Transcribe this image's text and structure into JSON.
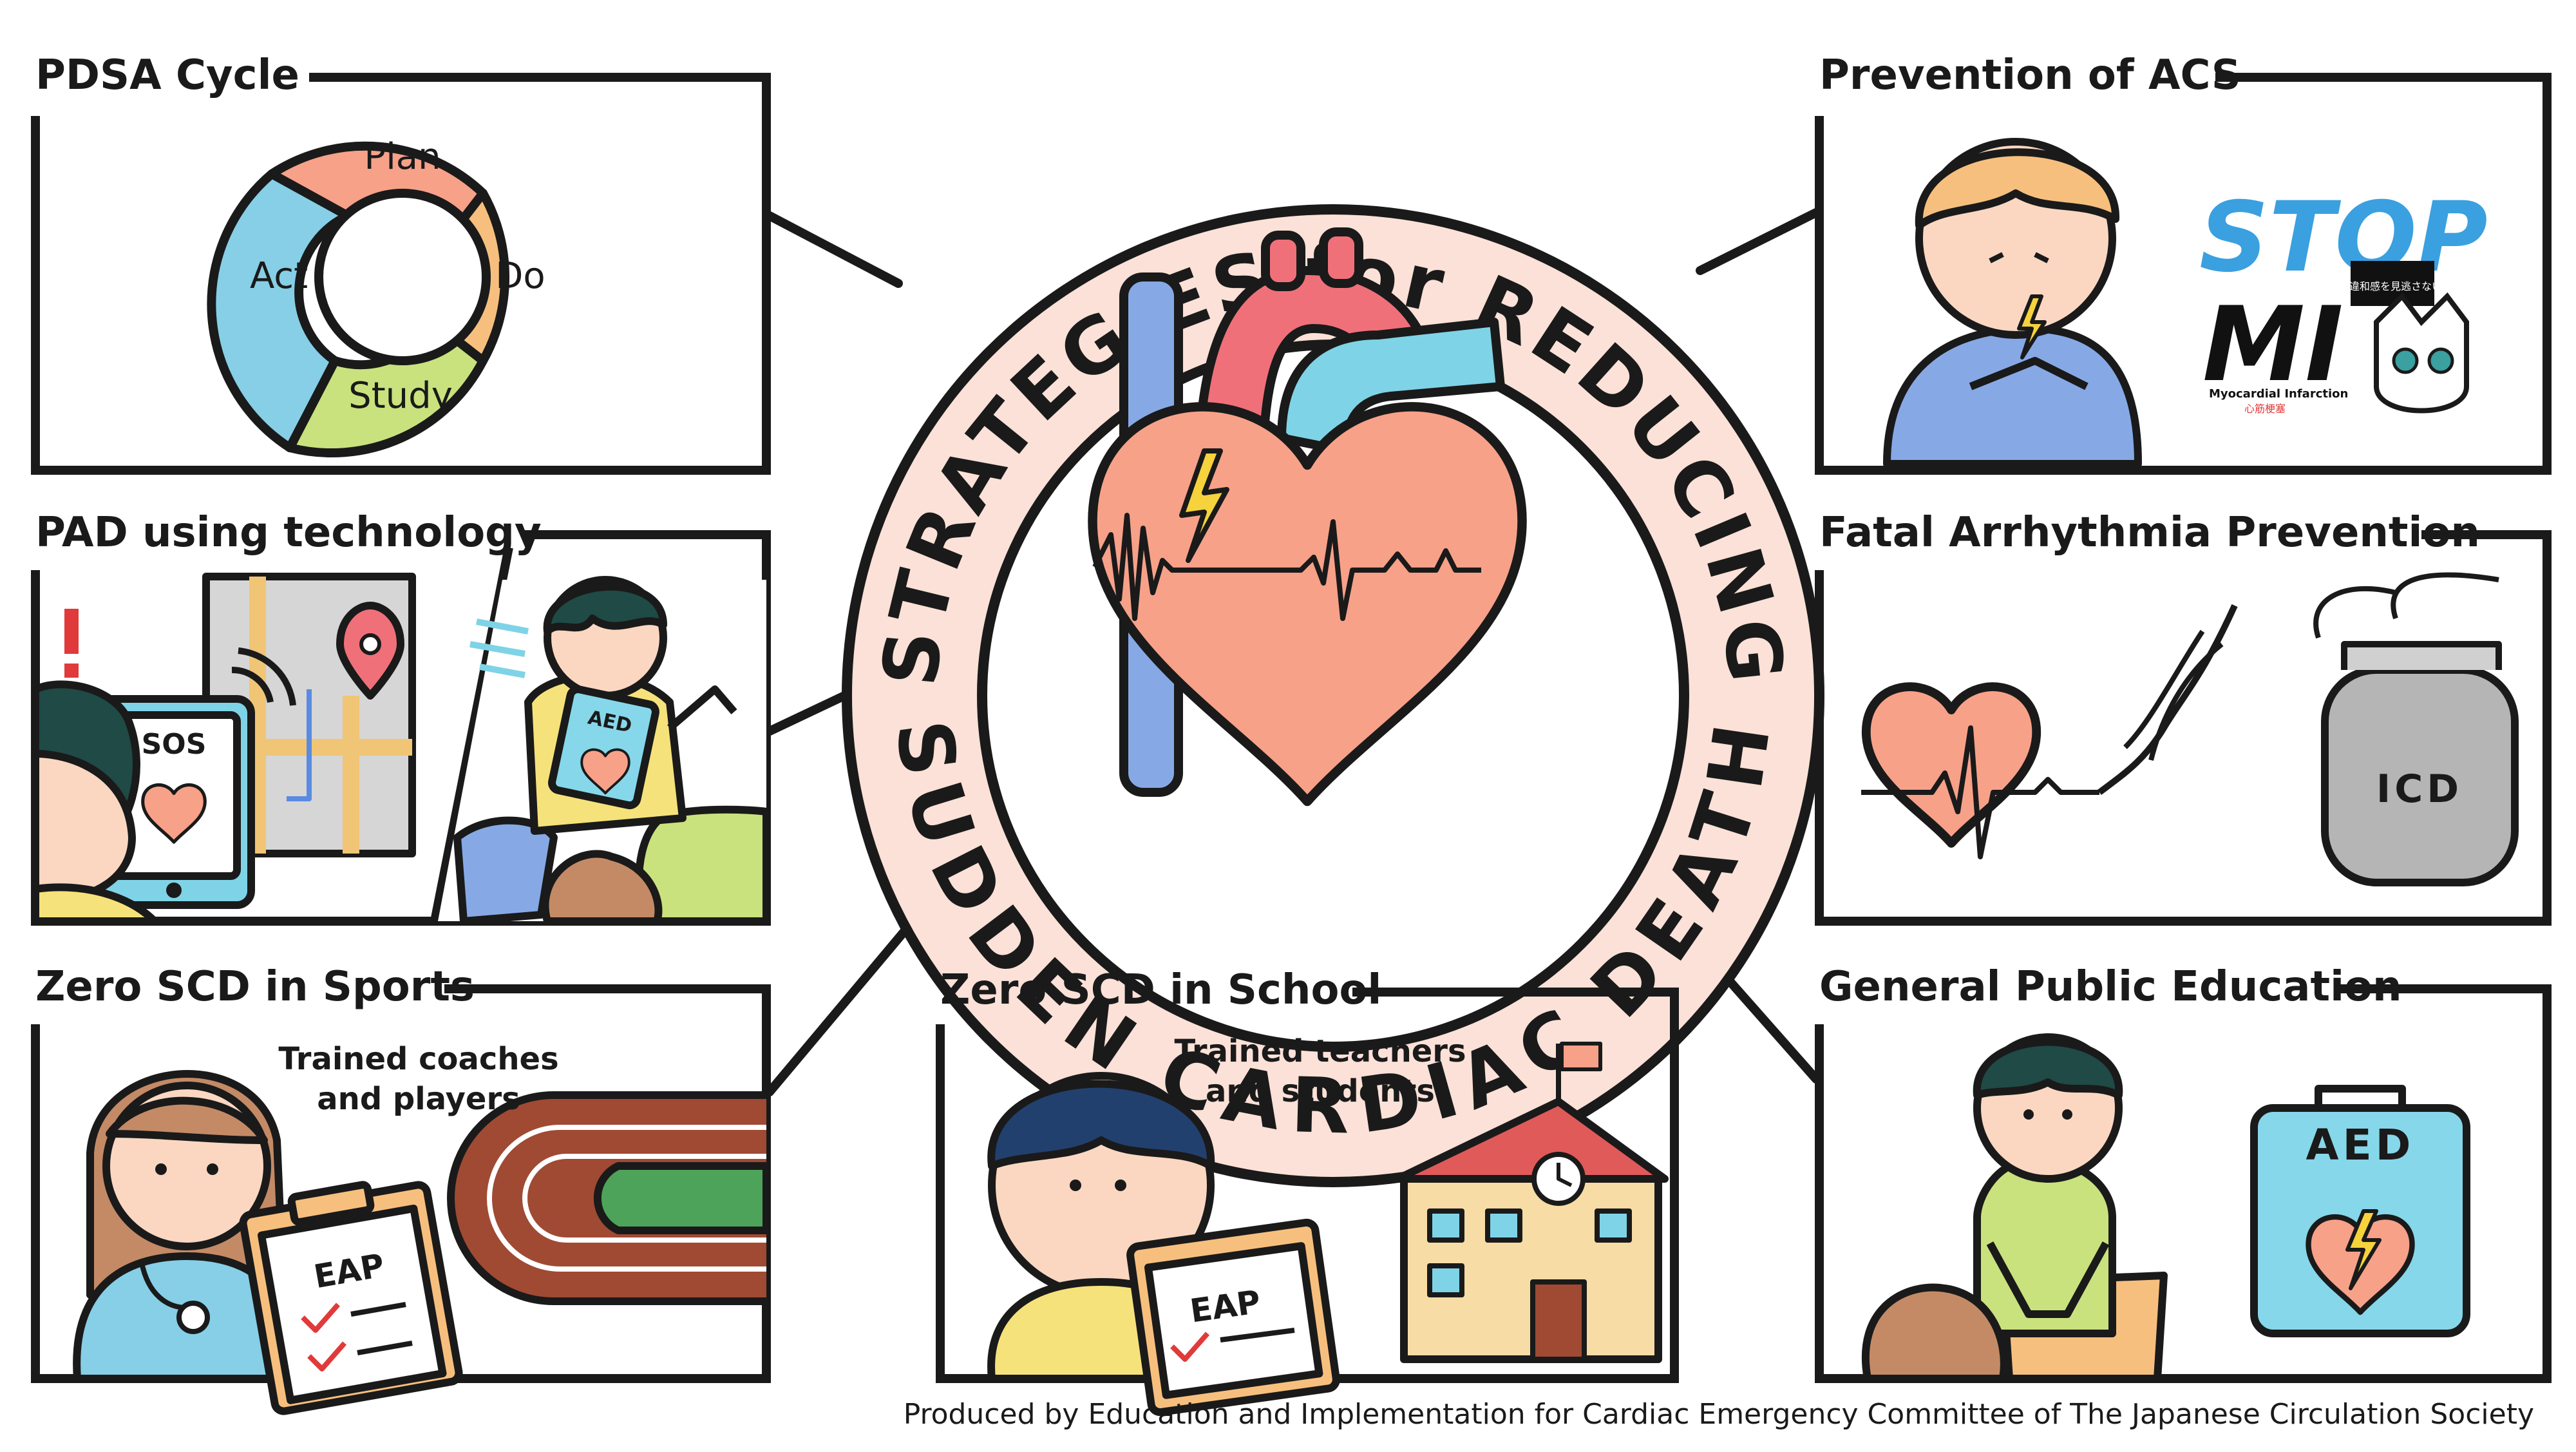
{
  "colors": {
    "outline": "#1a1a1a",
    "ring_fill": "#fbe1d7",
    "heart_fill": "#f7a189",
    "aorta_red": "#f0707a",
    "vessel_blue": "#86a9e6",
    "artery_cyan": "#7fd3e6",
    "bolt_yellow": "#f6d23c",
    "pdsa_plan": "#f7a189",
    "pdsa_do": "#f7bf7e",
    "pdsa_study": "#c9e27d",
    "pdsa_act": "#86cfe6",
    "skin": "#fbd7c2",
    "hair_dark": "#1f4a46",
    "hair_navy": "#22406e",
    "hair_brown": "#c48a66",
    "shirt_blue": "#86a9e6",
    "shirt_yellow": "#f6e27a",
    "shirt_green": "#c9e27d",
    "track_red": "#a04a33",
    "field_green": "#4ea35a",
    "school_roof": "#e05a5a",
    "school_wall": "#f7dca6",
    "icd_gray": "#b5b5b5",
    "aed_cyan": "#86d7ea"
  },
  "center": {
    "title_top": "STRATEGIES for REDUCING",
    "title_bottom": "SUDDEN CARDIAC DEATH"
  },
  "panels": {
    "pdsa": {
      "title": "PDSA Cycle",
      "segments": [
        "Plan",
        "Do",
        "Study",
        "Act"
      ]
    },
    "pad": {
      "title": "PAD using technology",
      "sos": "SOS",
      "aed": "AED",
      "alert": "!"
    },
    "sports": {
      "title": "Zero SCD in Sports",
      "caption_line1": "Trained coaches",
      "caption_line2": "and players",
      "eap": "EAP"
    },
    "school": {
      "title": "Zero SCD in School",
      "caption_line1": "Trained teachers",
      "caption_line2": "and students",
      "eap": "EAP"
    },
    "acs": {
      "title": "Prevention of ACS",
      "logo_stop": "STOP",
      "logo_mi": "MI",
      "logo_jp": "体の違和感を見逃さないで!",
      "logo_sub_en": "Myocardial Infarction",
      "logo_sub_jp": "心筋梗塞"
    },
    "arrhythmia": {
      "title": "Fatal Arrhythmia Prevention",
      "icd": "ICD"
    },
    "education": {
      "title": "General Public Education",
      "aed": "AED"
    }
  },
  "footer": {
    "credit": "Produced by Education and Implementation for Cardiac Emergency Committee of The Japanese Circulation Society"
  }
}
